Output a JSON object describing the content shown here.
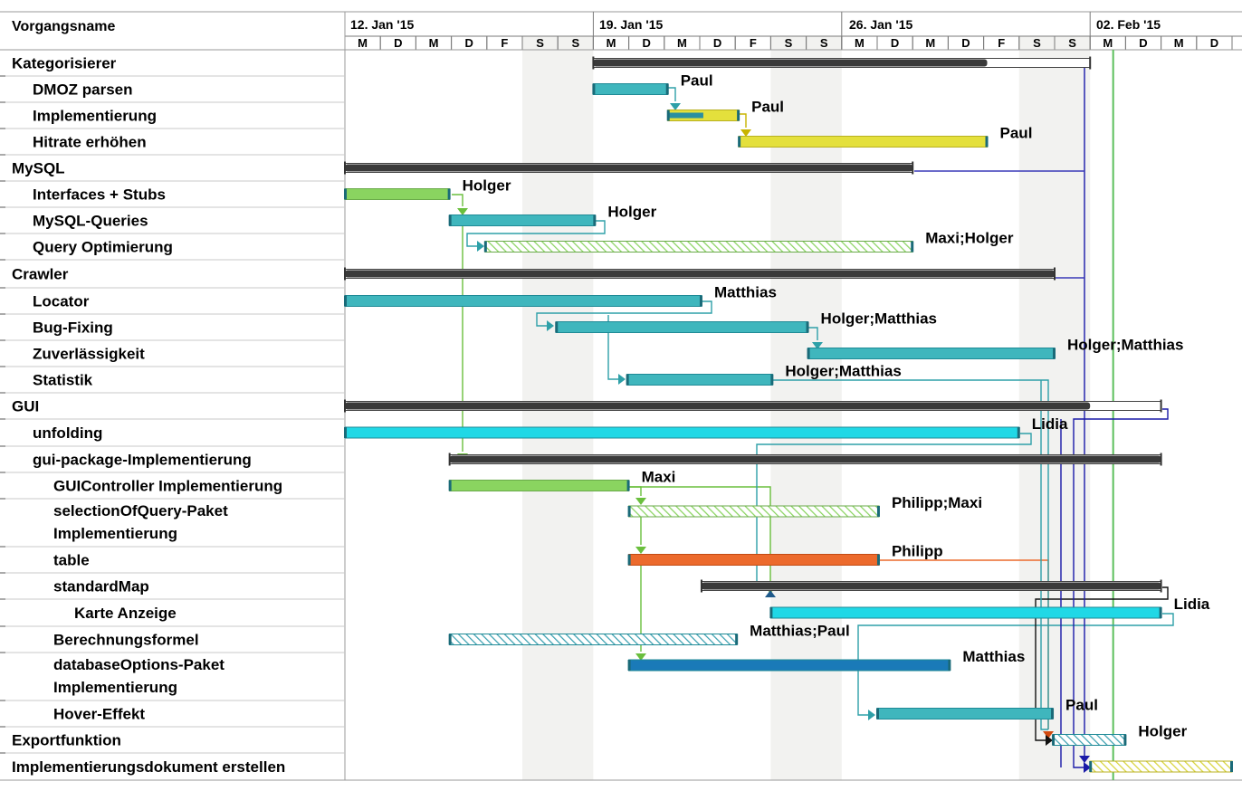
{
  "header": {
    "column_title": "Vorgangsname",
    "weeks": [
      "12. Jan '15",
      "19. Jan '15",
      "26. Jan '15",
      "02. Feb '15"
    ],
    "days": [
      "M",
      "D",
      "M",
      "D",
      "F",
      "S",
      "S",
      "M",
      "D",
      "M",
      "D",
      "F",
      "S",
      "S",
      "M",
      "D",
      "M",
      "D",
      "F",
      "S",
      "S",
      "M",
      "D",
      "M",
      "D"
    ]
  },
  "tasks": [
    {
      "name": "Kategorisierer",
      "level": 0,
      "summary": true,
      "start": 7,
      "end": 21,
      "progress_end": 18.1
    },
    {
      "name": "DMOZ parsen",
      "level": 1,
      "start": 7,
      "end": 9.1,
      "style": "teal",
      "resource": "Paul"
    },
    {
      "name": "Implementierung",
      "level": 1,
      "start": 9.1,
      "end": 11.1,
      "style": "yellow",
      "progress_end": 10.1,
      "resource": "Paul"
    },
    {
      "name": "Hitrate erhöhen",
      "level": 1,
      "start": 11.1,
      "end": 18.1,
      "style": "yellow",
      "resource": "Paul"
    },
    {
      "name": "MySQL",
      "level": 0,
      "summary": true,
      "start": 0,
      "end": 16,
      "progress_end": 16
    },
    {
      "name": "Interfaces + Stubs",
      "level": 1,
      "start": 0,
      "end": 2.95,
      "style": "green",
      "resource": "Holger"
    },
    {
      "name": "MySQL-Queries",
      "level": 1,
      "start": 2.95,
      "end": 7.05,
      "style": "teal",
      "resource": "Holger"
    },
    {
      "name": "Query Optimierung",
      "level": 1,
      "start": 3.95,
      "end": 16,
      "style": "hatch-green",
      "resource": "Maxi;Holger"
    },
    {
      "name": "Crawler",
      "level": 0,
      "summary": true,
      "start": 0,
      "end": 20,
      "progress_end": 20
    },
    {
      "name": "Locator",
      "level": 1,
      "start": 0,
      "end": 10.05,
      "style": "teal",
      "resource": "Matthias"
    },
    {
      "name": "Bug-Fixing",
      "level": 1,
      "start": 5.95,
      "end": 13.05,
      "style": "teal",
      "resource": "Holger;Matthias"
    },
    {
      "name": "Zuverlässigkeit",
      "level": 1,
      "start": 13.05,
      "end": 20,
      "style": "teal",
      "resource": "Holger;Matthias"
    },
    {
      "name": "Statistik",
      "level": 1,
      "start": 7.95,
      "end": 12.05,
      "style": "teal",
      "resource": "Holger;Matthias"
    },
    {
      "name": "GUI",
      "level": 0,
      "summary": true,
      "start": 0,
      "end": 23,
      "progress_end": 21
    },
    {
      "name": "unfolding",
      "level": 1,
      "start": 0,
      "end": 19,
      "style": "cyan",
      "resource": "Lidia"
    },
    {
      "name": "gui-package-Implementierung",
      "level": 1,
      "summary": true,
      "start": 2.95,
      "end": 23,
      "progress_end": 23
    },
    {
      "name": "GUIController Implementierung",
      "level": 2,
      "start": 2.95,
      "end": 8,
      "style": "green",
      "resource": "Maxi"
    },
    {
      "name": "selectionOfQuery-Paket Implementierung",
      "level": 2,
      "start": 8,
      "end": 15.05,
      "style": "hatch-green",
      "resource": "Philipp;Maxi"
    },
    {
      "name": "table",
      "level": 2,
      "start": 8,
      "end": 15.05,
      "style": "orange",
      "resource": "Philipp"
    },
    {
      "name": "standardMap",
      "level": 2,
      "summary": true,
      "start": 10.05,
      "end": 23,
      "progress_end": 23
    },
    {
      "name": "Karte Anzeige",
      "level": 3,
      "start": 12,
      "end": 23,
      "style": "cyan",
      "resource": "Lidia"
    },
    {
      "name": "Berechnungsformel",
      "level": 2,
      "start": 2.95,
      "end": 11.05,
      "style": "hatch-teal",
      "resource": "Matthias;Paul"
    },
    {
      "name": "databaseOptions-Paket Implementierung",
      "level": 2,
      "start": 8,
      "end": 17.05,
      "style": "blue",
      "resource": "Matthias"
    },
    {
      "name": "Hover-Effekt",
      "level": 2,
      "start": 15,
      "end": 19.95,
      "style": "teal",
      "resource": "Paul"
    },
    {
      "name": "Exportfunktion",
      "level": 0,
      "start": 19.95,
      "end": 22,
      "style": "hatch-teal",
      "resource": "Holger"
    },
    {
      "name": "Implementierungsdokument erstellen",
      "level": 0,
      "start": 21,
      "end": 25,
      "style": "hatch-yellow",
      "resource": ""
    }
  ],
  "colors": {
    "grid": "#c8c8c8",
    "weekend": "#f2f2f0",
    "today_line": "#5cbf5c",
    "summary": "#3a3a3a",
    "teal": "#3fb6bd",
    "yellow": "#e4e03c",
    "green": "#8ad460",
    "cyan": "#20d8e6",
    "orange": "#ec6a2c",
    "blue": "#1a7ab8"
  }
}
